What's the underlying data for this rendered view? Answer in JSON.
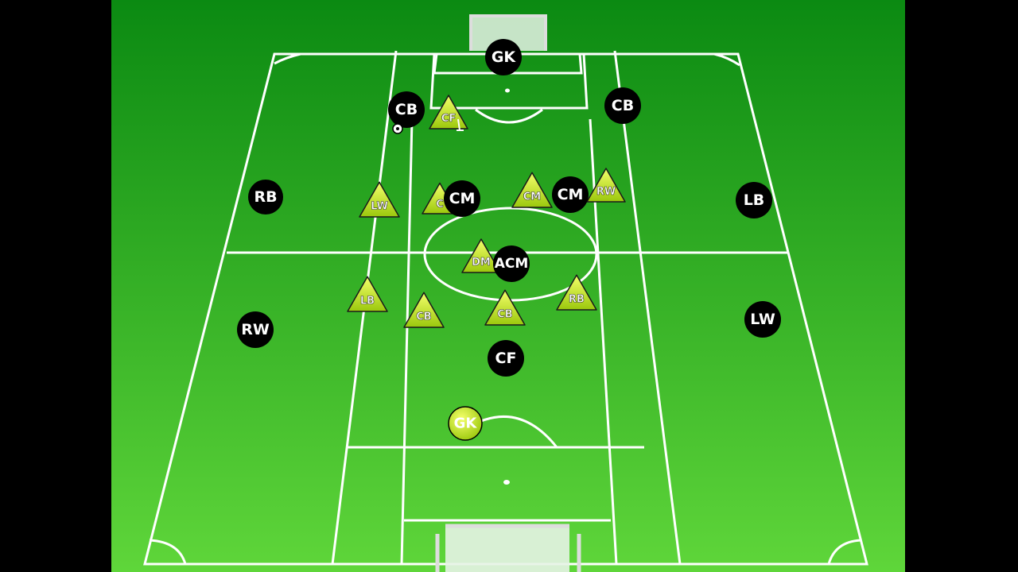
{
  "colors": {
    "pitch_top": "#0b8a12",
    "pitch_bottom": "#5fd63a",
    "lines": "#ffffff",
    "black_team": "#000000",
    "yellow_team": "#c8e61e"
  },
  "black_team": {
    "players": [
      "GK",
      "CB",
      "CB",
      "RB",
      "CM",
      "CM",
      "LB",
      "ACM",
      "RW",
      "LW",
      "CF"
    ]
  },
  "yellow_team": {
    "goalkeeper": "GK",
    "players": [
      "CF",
      "LW",
      "C",
      "CM",
      "RW",
      "DM",
      "LB",
      "CB",
      "CB",
      "RB"
    ]
  },
  "icons": {
    "ball": "soccer-ball-icon",
    "cone": "training-cone-icon"
  }
}
